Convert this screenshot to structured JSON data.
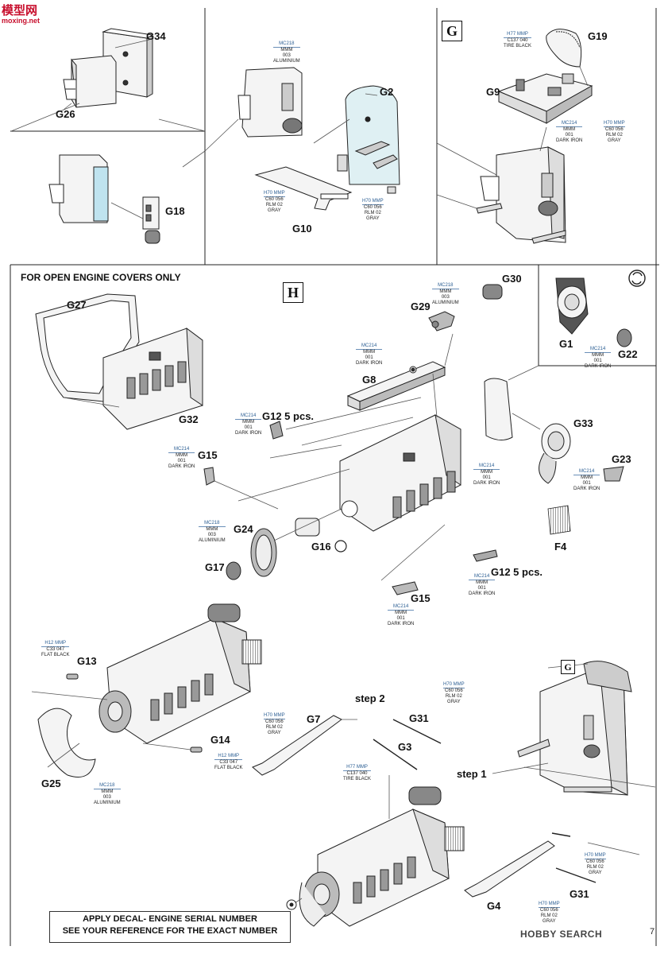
{
  "header": {
    "logo_text": "模型网",
    "logo_sub": "moxing.net",
    "page_number": "7",
    "watermark": "HOBBY SEARCH"
  },
  "sections": {
    "g": "G",
    "h": "H",
    "g_small": "G",
    "h_note": "FOR OPEN ENGINE COVERS ONLY"
  },
  "labels": {
    "G34": "G34",
    "G26": "G26",
    "G2": "G2",
    "G18": "G18",
    "G10": "G10",
    "G19": "G19",
    "G9": "G9",
    "G30": "G30",
    "G29": "G29",
    "G27": "G27",
    "G32": "G32",
    "G8": "G8",
    "G12a": "G12 5 pcs.",
    "G15a": "G15",
    "G33": "G33",
    "G23": "G23",
    "G24": "G24",
    "G16": "G16",
    "F4": "F4",
    "G17": "G17",
    "G12b": "G12 5 pcs.",
    "G15b": "G15",
    "G1": "G1",
    "G22": "G22",
    "G13": "G13",
    "G14": "G14",
    "G25": "G25",
    "G7": "G7",
    "G31a": "G31",
    "G3": "G3",
    "G4": "G4",
    "G31b": "G31",
    "step1": "step 1",
    "step2": "step 2"
  },
  "paints": {
    "p1": {
      "code": "MC218",
      "l2": "MMM",
      "l3": "003",
      "l4": "ALUMINIUM"
    },
    "p2": {
      "code": "H77 MMP",
      "l2": "C137  040",
      "l3": "TIRE BLACK",
      "l4": ""
    },
    "p3": {
      "code": "MC214",
      "l2": "MMM",
      "l3": "001",
      "l4": "DARK IRON"
    },
    "p4": {
      "code": "H70 MMP",
      "l2": "C60  056",
      "l3": "RLM 02",
      "l4": "GRAY"
    },
    "p5": {
      "code": "H70 MMP",
      "l2": "C60  056",
      "l3": "RLM 02",
      "l4": "GRAY"
    },
    "p6": {
      "code": "H70 MMP",
      "l2": "C60  056",
      "l3": "RLM 02",
      "l4": "GRAY"
    },
    "p7": {
      "code": "MC218",
      "l2": "MMM",
      "l3": "003",
      "l4": "ALUMINIUM"
    },
    "p8": {
      "code": "MC214",
      "l2": "MMM",
      "l3": "001",
      "l4": "DARK IRON"
    },
    "p9": {
      "code": "MC214",
      "l2": "MMM",
      "l3": "001",
      "l4": "DARK IRON"
    },
    "p10": {
      "code": "MC214",
      "l2": "MMM",
      "l3": "001",
      "l4": "DARK IRON"
    },
    "p11": {
      "code": "MC214",
      "l2": "MMM",
      "l3": "001",
      "l4": "DARK IRON"
    },
    "p12": {
      "code": "MC214",
      "l2": "MMM",
      "l3": "001",
      "l4": "DARK IRON"
    },
    "p13": {
      "code": "MC218",
      "l2": "MMM",
      "l3": "003",
      "l4": "ALUMINIUM"
    },
    "p14": {
      "code": "MC214",
      "l2": "MMM",
      "l3": "001",
      "l4": "DARK IRON"
    },
    "p15": {
      "code": "MC214",
      "l2": "MMM",
      "l3": "001",
      "l4": "DARK IRON"
    },
    "p16": {
      "code": "MC214",
      "l2": "MMM",
      "l3": "001",
      "l4": "DARK IRON"
    },
    "p17": {
      "code": "H12 MMP",
      "l2": "C33  047",
      "l3": "FLAT BLACK",
      "l4": ""
    },
    "p18": {
      "code": "H12 MMP",
      "l2": "C33  047",
      "l3": "FLAT BLACK",
      "l4": ""
    },
    "p19": {
      "code": "MC218",
      "l2": "MMM",
      "l3": "003",
      "l4": "ALUMINIUM"
    },
    "p20": {
      "code": "H70 MMP",
      "l2": "C60  056",
      "l3": "RLM 02",
      "l4": "GRAY"
    },
    "p21": {
      "code": "H70 MMP",
      "l2": "C60  056",
      "l3": "RLM 02",
      "l4": "GRAY"
    },
    "p22": {
      "code": "H77 MMP",
      "l2": "C137  040",
      "l3": "TIRE BLACK",
      "l4": ""
    },
    "p23": {
      "code": "H70 MMP",
      "l2": "C60  056",
      "l3": "RLM 02",
      "l4": "GRAY"
    },
    "p24": {
      "code": "H70 MMP",
      "l2": "C60  056",
      "l3": "RLM 02",
      "l4": "GRAY"
    }
  },
  "decal_note": {
    "line1": "APPLY DECAL- ENGINE SERIAL NUMBER",
    "line2": "SEE YOUR REFERENCE FOR THE EXACT NUMBER"
  },
  "colors": {
    "line": "#222222",
    "part_fill": "#f2f2f2",
    "part_shade": "#9a9a9a",
    "highlight": "#bfe3ef",
    "paint_code": "#2b5e93",
    "logo": "#c8102e"
  }
}
